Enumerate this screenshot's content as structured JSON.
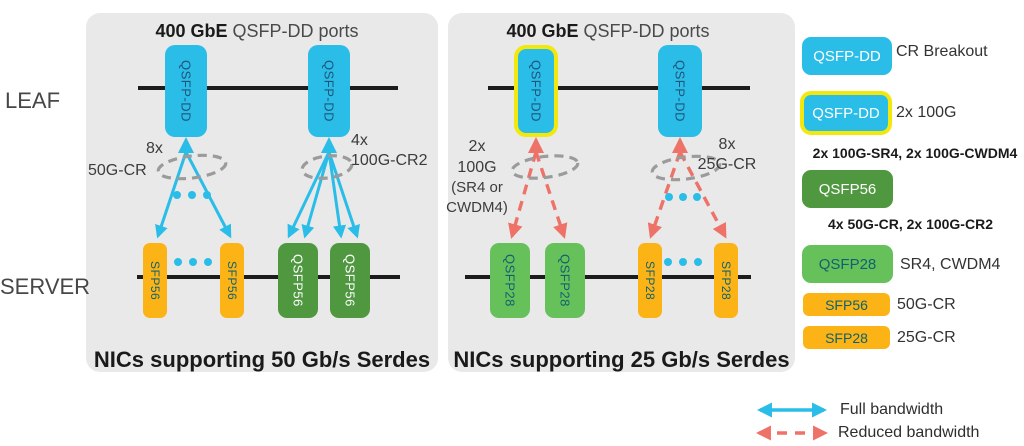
{
  "colors": {
    "cyan": "#2ABDE8",
    "salmon": "#EE7267",
    "amber": "#FCB316",
    "light_green": "#66C15B",
    "dark_green": "#4F9840",
    "highlight_yellow": "#F3E80B",
    "panel_bg": "#E9E9EA",
    "port_text": "#1F547A",
    "module_text": "#11616F"
  },
  "row_labels": {
    "leaf": "LEAF",
    "server": "SERVER"
  },
  "panels": [
    {
      "title_bold": "400 GbE",
      "title_rest": "QSFP-DD ports",
      "ports": [
        {
          "label": "QSFP-DD"
        },
        {
          "label": "QSFP-DD"
        }
      ],
      "left_note": {
        "line1": "8x",
        "line2": "50G-CR"
      },
      "right_note": {
        "line1": "4x",
        "line2": "100G-CR2"
      },
      "modules": [
        {
          "label": "SFP56"
        },
        {
          "label": "SFP56"
        },
        {
          "label": "QSFP56"
        },
        {
          "label": "QSFP56"
        }
      ],
      "caption": "NICs supporting 50 Gb/s Serdes"
    },
    {
      "title_bold": "400 GbE",
      "title_rest": "QSFP-DD ports",
      "ports": [
        {
          "label": "QSFP-DD"
        },
        {
          "label": "QSFP-DD"
        }
      ],
      "left_note": {
        "line1": "2x",
        "line2": "100G",
        "line3": "(SR4 or",
        "line4": "CWDM4)"
      },
      "right_note": {
        "line1": "8x",
        "line2": "25G-CR"
      },
      "modules": [
        {
          "label": "QSFP28"
        },
        {
          "label": "QSFP28"
        },
        {
          "label": "SFP28"
        },
        {
          "label": "SFP28"
        }
      ],
      "caption": "NICs supporting 25 Gb/s Serdes"
    }
  ],
  "legend": {
    "items": [
      {
        "box": "QSFP-DD",
        "label": "CR Breakout"
      },
      {
        "box": "QSFP-DD",
        "label": "2x 100G"
      },
      {
        "note": "2x 100G-SR4, 2x 100G-CWDM4"
      },
      {
        "box": "QSFP56"
      },
      {
        "note": "4x 50G-CR, 2x 100G-CR2"
      },
      {
        "box": "QSFP28",
        "label": "SR4, CWDM4"
      },
      {
        "box": "SFP56",
        "label": "50G-CR"
      },
      {
        "box": "SFP28",
        "label": "25G-CR"
      }
    ],
    "key": [
      {
        "style": "full",
        "label": "Full bandwidth"
      },
      {
        "style": "reduced",
        "label": "Reduced bandwidth"
      }
    ]
  }
}
